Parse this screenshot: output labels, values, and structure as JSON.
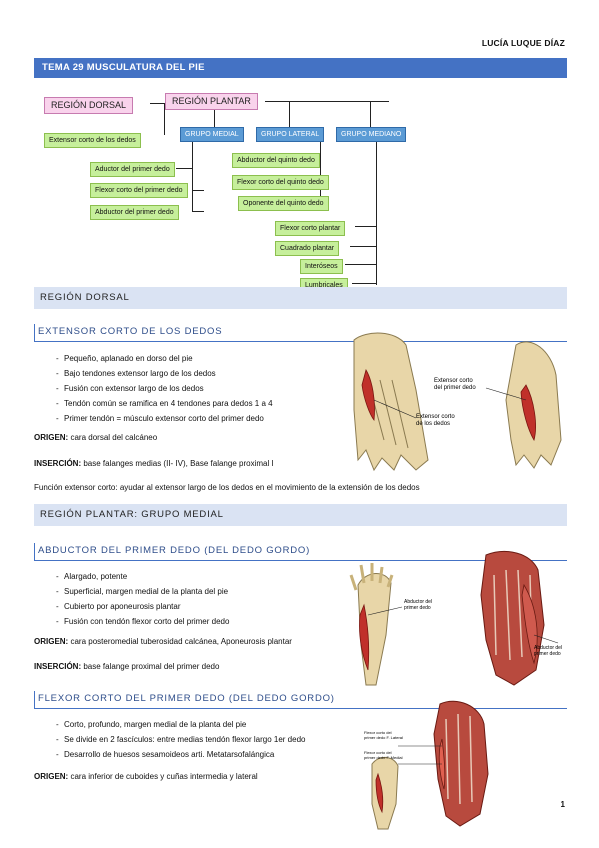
{
  "author": "LUCÍA LUQUE DÍAZ",
  "title": "TEMA 29 MUSCULATURA DEL PIE",
  "diagram": {
    "dorsal": "REGIÓN DORSAL",
    "plantar": "REGIÓN PLANTAR",
    "dorsal_item": "Extensor corto de los dedos",
    "groups": [
      "GRUPO MEDIAL",
      "GRUPO LATERAL",
      "GRUPO MEDIANO"
    ],
    "medial": [
      "Aductor del primer dedo",
      "Flexor corto del primer dedo",
      "Abductor del primer dedo"
    ],
    "lateral": [
      "Abductor del quinto dedo",
      "Flexor corto del quinto dedo",
      "Oponente del quinto dedo"
    ],
    "mediano": [
      "Flexor corto plantar",
      "Cuadrado plantar",
      "Interóseos",
      "Lumbricales"
    ]
  },
  "section1": "REGIÓN DORSAL",
  "sub1": {
    "heading": "EXTENSOR CORTO DE LOS DEDOS",
    "bullets": [
      "Pequeño, aplanado en dorso del pie",
      "Bajo tendones extensor largo de los dedos",
      "Fusión con extensor largo de los dedos",
      "Tendón común se ramifica en 4 tendones para dedos 1 a 4",
      "Primer tendón = músculo extensor corto del primer dedo"
    ],
    "origen_label": "ORIGEN:",
    "origen": "cara dorsal del calcáneo",
    "insercion_label": "INSERCIÓN:",
    "insercion": "base falanges medias (II- IV), Base falange proximal I",
    "funcion_label": "Función extensor corto:",
    "funcion": "ayudar al extensor largo de los dedos en el movimiento de la extensión de los dedos",
    "fig_label_1": "Extensor corto de los dedos",
    "fig_label_2": "Extensor corto del primer dedo"
  },
  "section2": "REGIÓN PLANTAR: GRUPO MEDIAL",
  "sub2": {
    "heading": "ABDUCTOR DEL PRIMER DEDO (DEL DEDO GORDO)",
    "bullets": [
      "Alargado, potente",
      "Superficial, margen medial de la planta del pie",
      "Cubierto por aponeurosis plantar",
      "Fusión con tendón flexor corto del primer dedo"
    ],
    "origen_label": "ORIGEN:",
    "origen": "cara posteromedial tuberosidad calcánea, Aponeurosis plantar",
    "insercion_label": "INSERCIÓN:",
    "insercion": "base falange proximal del primer dedo",
    "fig_label_1": "Abductor del primer dedo",
    "fig_label_2": "Abductor del primer dedo"
  },
  "sub3": {
    "heading": "FLEXOR CORTO DEL PRIMER DEDO (DEL DEDO GORDO)",
    "bullets": [
      "Corto, profundo, margen medial de la planta del pie",
      "Se divide en 2 fascículos: entre medias tendón flexor largo 1er dedo",
      "Desarrollo de huesos sesamoideos arti. Metatarsofalángica"
    ],
    "origen_label": "ORIGEN:",
    "origen": "cara inferior de cuboides y cuñas intermedia y lateral",
    "fig_label_1": "Flexor corto del primer dedo F. Lateral",
    "fig_label_2": "Flexor corto del primer dedo F. Medial"
  },
  "page_number": "1"
}
